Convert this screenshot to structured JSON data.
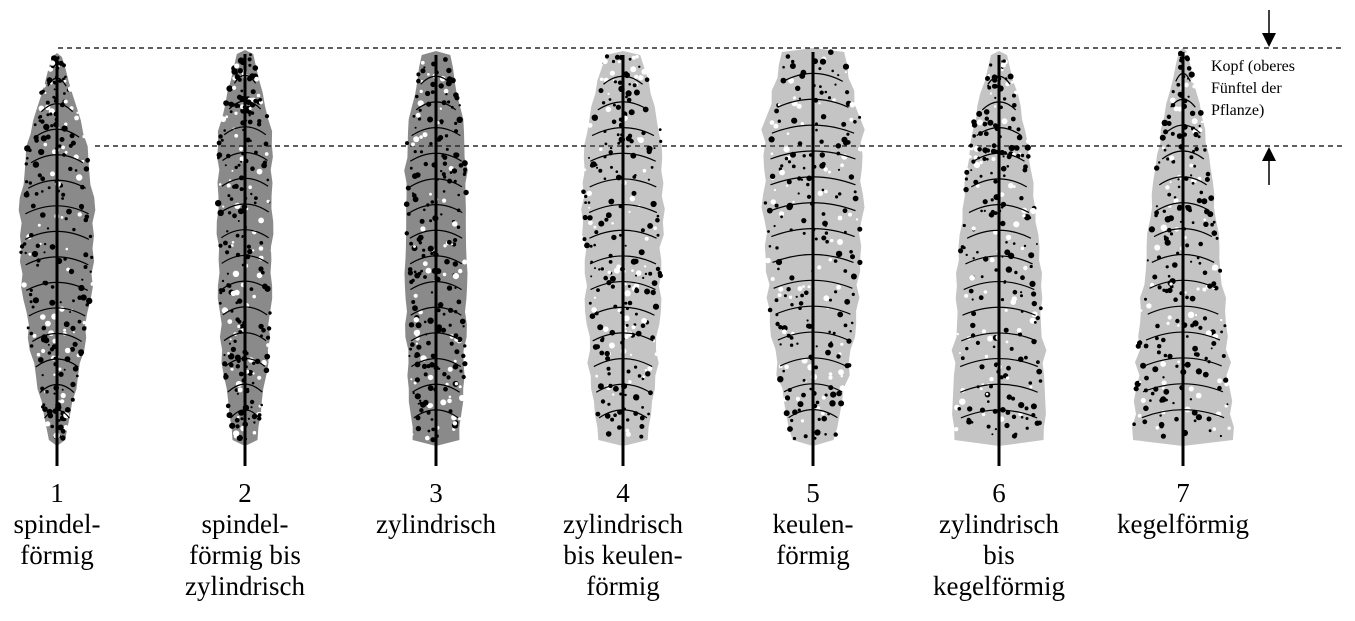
{
  "shapes": [
    {
      "number": "1",
      "label_lines": [
        "spindel-",
        "förmig"
      ],
      "form": "spindle"
    },
    {
      "number": "2",
      "label_lines": [
        "spindel-",
        "förmig bis",
        "zylindrisch"
      ],
      "form": "spindle-cylinder"
    },
    {
      "number": "3",
      "label_lines": [
        "zylindrisch"
      ],
      "form": "cylinder"
    },
    {
      "number": "4",
      "label_lines": [
        "zylindrisch",
        "bis keulen-",
        "förmig"
      ],
      "form": "cylinder-club"
    },
    {
      "number": "5",
      "label_lines": [
        "keulen-",
        "förmig"
      ],
      "form": "club"
    },
    {
      "number": "6",
      "label_lines": [
        "zylindrisch",
        "bis",
        "kegelförmig"
      ],
      "form": "cylinder-cone"
    },
    {
      "number": "7",
      "label_lines": [
        "kegelförmig"
      ],
      "form": "cone"
    }
  ],
  "head_note_lines": [
    "Kopf (oberes",
    "Fünftel der",
    "Pflanze)"
  ],
  "colors": {
    "ink": "#000000",
    "background": "#ffffff"
  }
}
